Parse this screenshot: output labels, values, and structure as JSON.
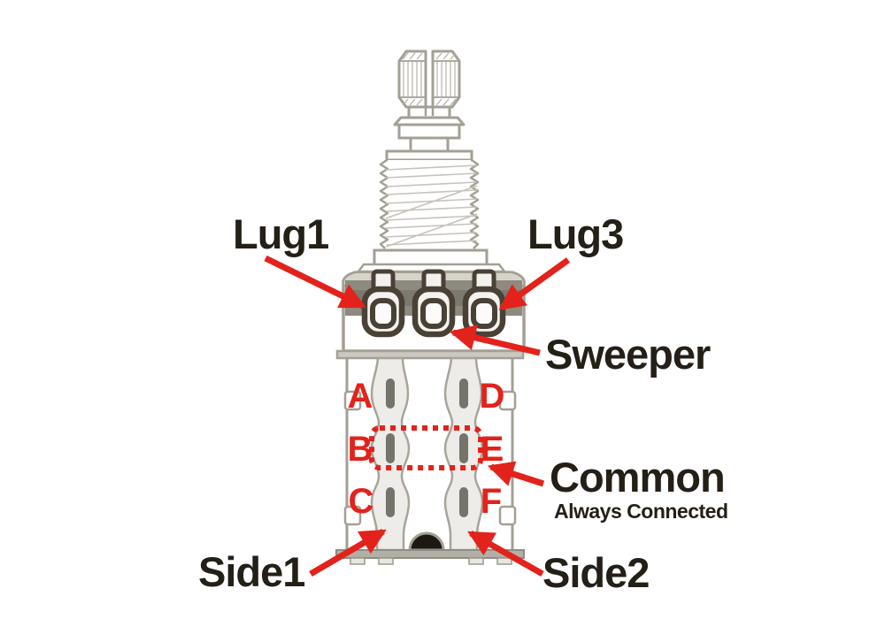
{
  "diagram": {
    "subject": "push-pull-potentiometer-terminal-diagram",
    "background": "#ffffff"
  },
  "colors": {
    "accent_red": "#e3221b",
    "label_text": "#241f17",
    "outline_gray": "#a49f94",
    "lug_dark_outline": "#4a4136",
    "pot_band_gray": "#8e8a80",
    "pot_band_dark": "#7c7970",
    "slot_gray": "#76736a",
    "strip_fill": "#edece9",
    "plate_fill": "#c9c6bf",
    "hole_black": "#1c1812"
  },
  "labels": {
    "lug1": "Lug1",
    "lug3": "Lug3",
    "sweeper": "Sweeper",
    "common": "Common",
    "common_subtitle": "Always Connected",
    "side1": "Side1",
    "side2": "Side2"
  },
  "terminals": {
    "side1": [
      "A",
      "B",
      "C"
    ],
    "side2": [
      "D",
      "E",
      "F"
    ]
  }
}
